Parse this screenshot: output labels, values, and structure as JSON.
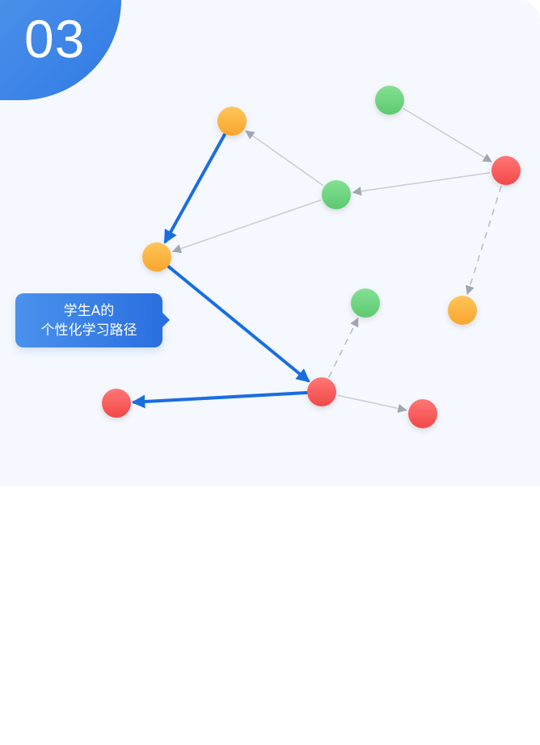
{
  "badge": {
    "number": "03"
  },
  "callout": {
    "line1": "学生A的",
    "line2": "个性化学习路径"
  },
  "colors": {
    "orange": "#fbb13a",
    "green": "#6fd683",
    "red": "#fb5c5c",
    "path_blue": "#1a6ee0",
    "edge_gray": "#c9ced8",
    "arrow_gray": "#9ea6b4"
  },
  "nodes": [
    {
      "id": "n1",
      "color": "orange"
    },
    {
      "id": "n2",
      "color": "green"
    },
    {
      "id": "n3",
      "color": "red"
    },
    {
      "id": "n4",
      "color": "green"
    },
    {
      "id": "n5",
      "color": "orange"
    },
    {
      "id": "n6",
      "color": "green"
    },
    {
      "id": "n7",
      "color": "orange"
    },
    {
      "id": "n8",
      "color": "red"
    },
    {
      "id": "n9",
      "color": "red"
    },
    {
      "id": "n10",
      "color": "red"
    }
  ],
  "edges": [
    {
      "from": "n2",
      "to": "n3",
      "style": "solid"
    },
    {
      "from": "n3",
      "to": "n4",
      "style": "solid"
    },
    {
      "from": "n4",
      "to": "n1",
      "style": "solid"
    },
    {
      "from": "n4",
      "to": "n5",
      "style": "solid"
    },
    {
      "from": "n3",
      "to": "n7",
      "style": "dashed"
    },
    {
      "from": "n8",
      "to": "n6",
      "style": "dashed"
    },
    {
      "from": "n8",
      "to": "n10",
      "style": "solid"
    }
  ],
  "path": [
    {
      "from": "n1",
      "to": "n5"
    },
    {
      "from": "n5",
      "to": "n8"
    },
    {
      "from": "n8",
      "to": "n9"
    }
  ]
}
